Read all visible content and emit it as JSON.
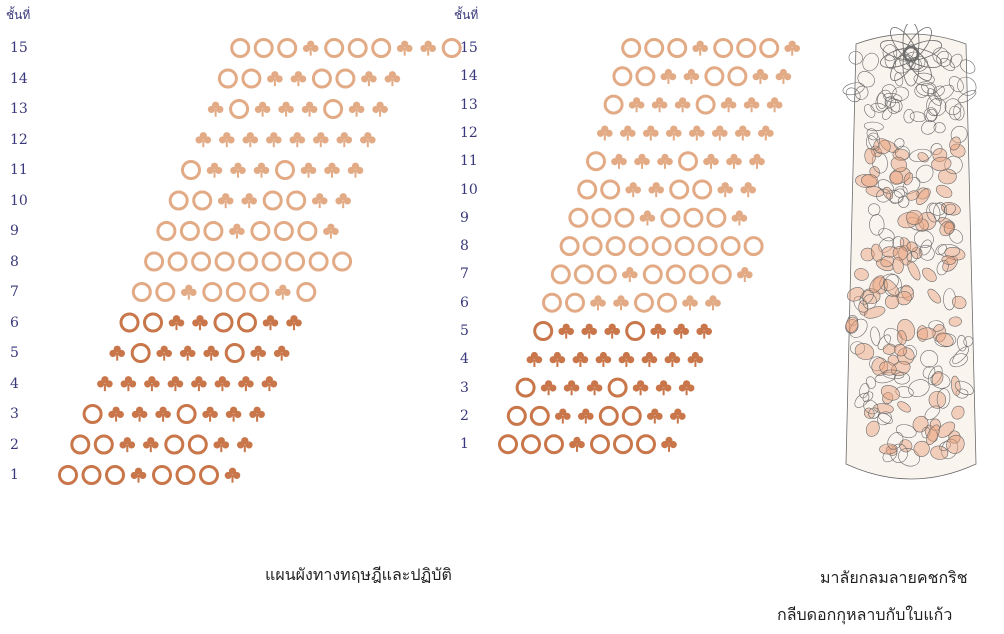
{
  "diagram_left": {
    "axis_title": "ชั้นที่",
    "rows": [
      {
        "label": "15",
        "pattern": "oooCooocCo"
      },
      {
        "label": "14",
        "pattern": "ooCCoocC"
      },
      {
        "label": "13",
        "pattern": "CoCCCoCC"
      },
      {
        "label": "12",
        "pattern": "CCCCCCCC"
      },
      {
        "label": "11",
        "pattern": "oCCCoCCC"
      },
      {
        "label": "10",
        "pattern": "ooCCooCC"
      },
      {
        "label": "9",
        "pattern": "oooCoooC"
      },
      {
        "label": "8",
        "pattern": "ooooooooo"
      },
      {
        "label": "7",
        "pattern": "ooCooocO"
      },
      {
        "label": "6",
        "pattern": "ooCCooCC"
      },
      {
        "label": "5",
        "pattern": "COCCCOCC"
      },
      {
        "label": "4",
        "pattern": "CCCCCCCC"
      },
      {
        "label": "3",
        "pattern": "oCCCoCCC"
      },
      {
        "label": "2",
        "pattern": "ooCCooCC"
      },
      {
        "label": "1",
        "pattern": "oooCoooC"
      }
    ]
  },
  "diagram_right": {
    "axis_title": "ชั้นที่",
    "rows": [
      {
        "label": "15",
        "pattern": "oooCoooC"
      },
      {
        "label": "14",
        "pattern": "ooCCoocC"
      },
      {
        "label": "13",
        "pattern": "oCCCoCCC"
      },
      {
        "label": "12",
        "pattern": "CCCCCCCC"
      },
      {
        "label": "11",
        "pattern": "oCCCoCCC"
      },
      {
        "label": "10",
        "pattern": "ooCCooCC"
      },
      {
        "label": "9",
        "pattern": "oooCoooC"
      },
      {
        "label": "8",
        "pattern": "ooooooooo"
      },
      {
        "label": "7",
        "pattern": "oooCooooC"
      },
      {
        "label": "6",
        "pattern": "ooCCooCC"
      },
      {
        "label": "5",
        "pattern": "oCCCoCCC"
      },
      {
        "label": "4",
        "pattern": "CCCCCCCC"
      },
      {
        "label": "3",
        "pattern": "oCCCoCCC"
      },
      {
        "label": "2",
        "pattern": "ooCCooCC"
      },
      {
        "label": "1",
        "pattern": "oooCoooC"
      }
    ]
  },
  "captions": {
    "left": "แผนผังทางทฤษฎีและปฏิบัติ",
    "right_line1": "มาลัยกลมลายคชกริช",
    "right_line2": "กลีบดอกกุหลาบกับใบแก้ว"
  },
  "colors": {
    "ring_bold": "#c8764a",
    "ring_faint": "#e2ab86",
    "label": "#39387a",
    "garland_line": "#6b6b6b",
    "garland_fill": "#e8a07a"
  },
  "icons": {
    "o": "ring-icon",
    "C": "club-icon",
    "garland": "garland-illustration"
  }
}
